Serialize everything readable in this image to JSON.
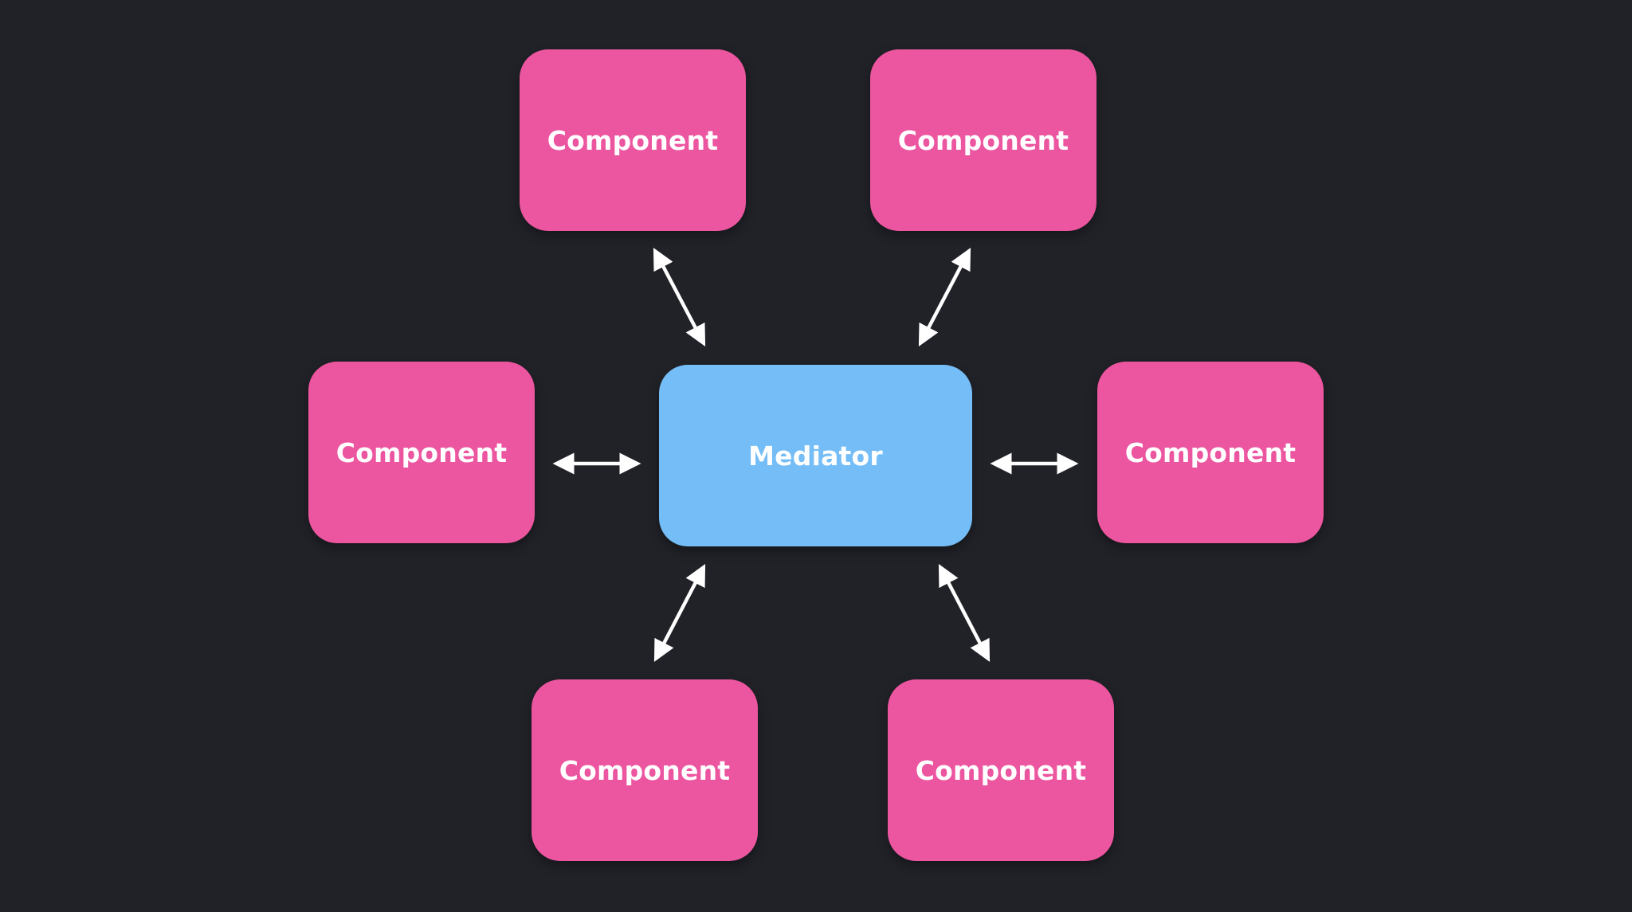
{
  "colors": {
    "background": "#212228",
    "component": "#EC559F",
    "mediator": "#74BDF7",
    "arrow": "#ffffff"
  },
  "nodes": {
    "top_left": {
      "label": "Component"
    },
    "top_right": {
      "label": "Component"
    },
    "mid_left": {
      "label": "Component"
    },
    "mediator": {
      "label": "Mediator"
    },
    "mid_right": {
      "label": "Component"
    },
    "bottom_left": {
      "label": "Component"
    },
    "bottom_right": {
      "label": "Component"
    }
  },
  "arrows": {
    "style": "double-headed",
    "connections": [
      [
        "top_left",
        "mediator"
      ],
      [
        "top_right",
        "mediator"
      ],
      [
        "mid_left",
        "mediator"
      ],
      [
        "mid_right",
        "mediator"
      ],
      [
        "bottom_left",
        "mediator"
      ],
      [
        "bottom_right",
        "mediator"
      ]
    ]
  }
}
